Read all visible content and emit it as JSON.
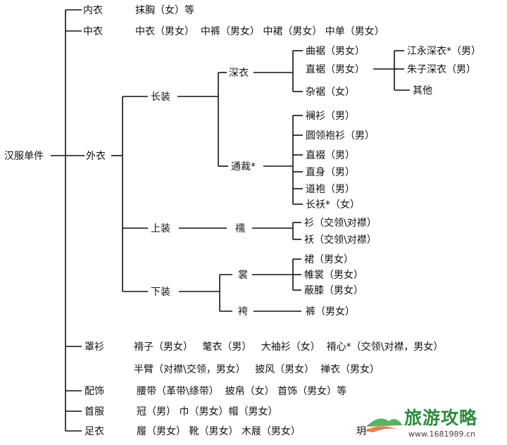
{
  "root": "汉服单件",
  "neiyi": {
    "label": "内衣",
    "items": "抹胸（女）等"
  },
  "zhongyi": {
    "label": "中衣",
    "items": "中衣（男女）  中裤（男女） 中裙（男女） 中单（男女）"
  },
  "waiyi": {
    "label": "外衣",
    "changzhuang": {
      "label": "长装",
      "shenyi": {
        "label": "深衣",
        "quju": "曲裾（男女）",
        "zhiju": "直裾（男女）",
        "zaju": "杂裾（女）",
        "jiangyong": "江永深衣*（男）",
        "zhuzi": "朱子深衣（男）",
        "qita": "其他"
      },
      "tongcai": {
        "label": "通裁*",
        "items": [
          "襕衫（男）",
          "圆领袍衫（男）",
          "直裰（男）",
          "直身（男）",
          "道袍（男）",
          "长袄*（女）"
        ]
      }
    },
    "shangzhuang": {
      "label": "上装",
      "ru": "襦",
      "items": [
        "衫（交领\\对襟）",
        "袄（交领\\对襟）"
      ]
    },
    "xiazhuang": {
      "label": "下装",
      "chang": "裳",
      "chang_items": [
        "裙（男女）",
        "帷裳（男女）",
        "蔽膝（男女）"
      ],
      "ku": "袴",
      "ku_item": "裤（男女）"
    }
  },
  "zhaoshan": {
    "label": "罩衫",
    "line1": "褙子（男女）   氅衣（男）   大袖衫（女）  褙心*（交领\\对襟，男女）",
    "line2": "半臂（对襟\\交领，男女）   披风（男女）  禅衣（男女）"
  },
  "peishi": {
    "label": "配饰",
    "items": "腰带（革带\\绦带）  披帛（女） 首饰（男女）等"
  },
  "shoufu": {
    "label": "首服",
    "items": "冠（男） 巾（男女）帽（男女）"
  },
  "zuyi": {
    "label": "足衣",
    "items": "履（男女） 靴（男女） 木屐（男女）",
    "cut": "玥"
  },
  "watermark": {
    "text": "旅游攻略",
    "url": "www.1681989.cn"
  },
  "colors": {
    "line": "#111111",
    "text": "#111111",
    "watermark": "#2e8b3c"
  }
}
